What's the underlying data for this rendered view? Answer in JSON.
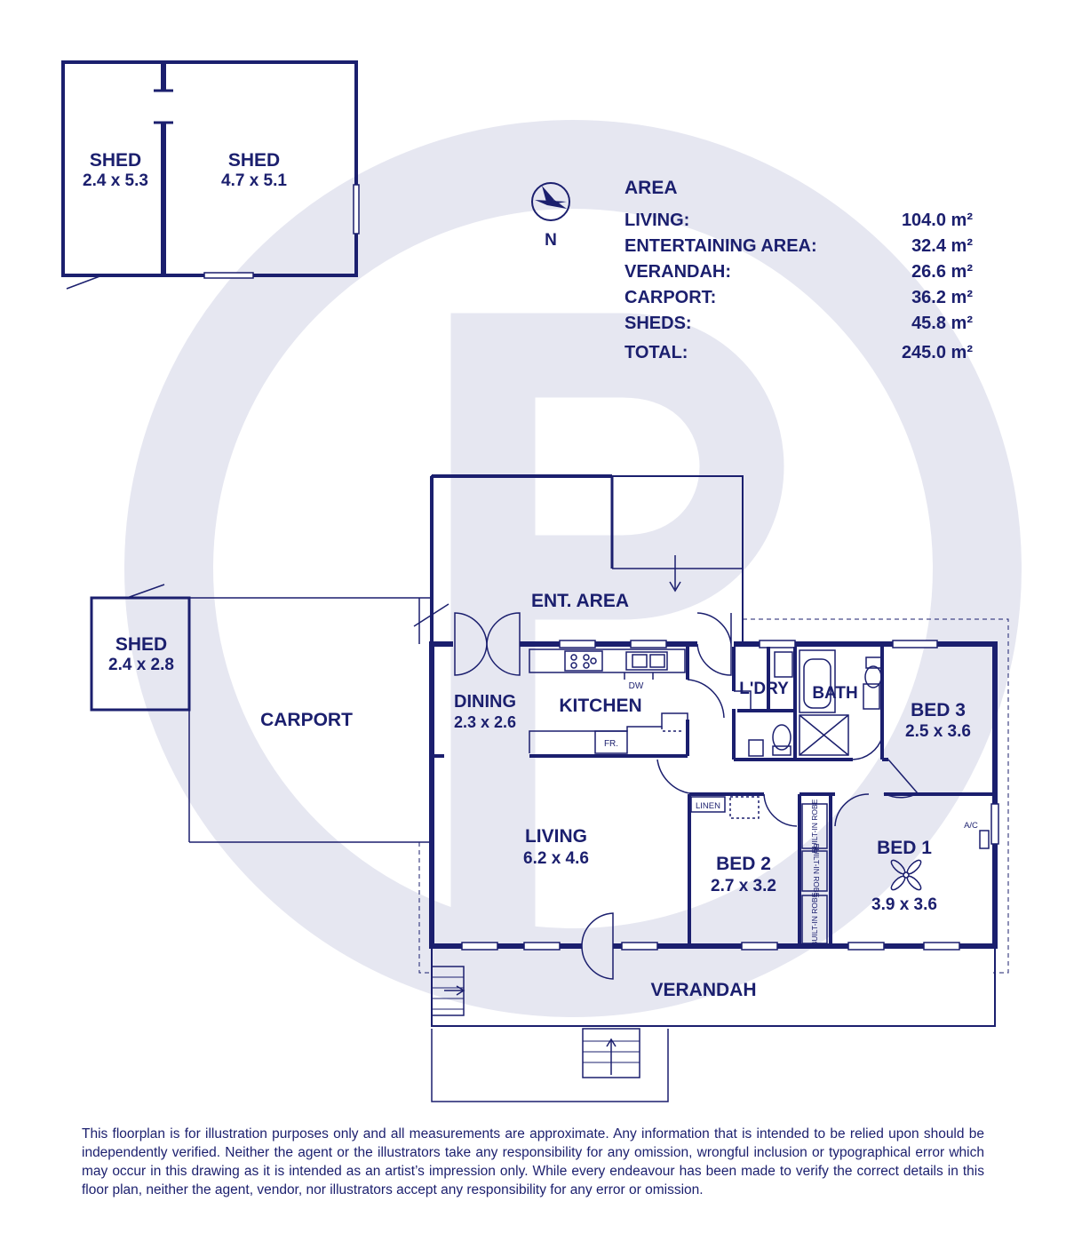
{
  "colors": {
    "ink": "#1b1f6e",
    "watermark": "#e6e7f1",
    "background": "#ffffff"
  },
  "icons": {
    "compass": "north-arrow-icon",
    "fan": "ceiling-fan-icon",
    "watermark": "brand-logo-watermark"
  },
  "compass": {
    "label": "N"
  },
  "area_schedule": {
    "title": "AREA",
    "rows": [
      {
        "label": "LIVING:",
        "value": "104.0 m²"
      },
      {
        "label": "ENTERTAINING AREA:",
        "value": "32.4 m²"
      },
      {
        "label": "VERANDAH:",
        "value": "26.6 m²"
      },
      {
        "label": "CARPORT:",
        "value": "36.2 m²"
      },
      {
        "label": "SHEDS:",
        "value": "45.8 m²"
      }
    ],
    "total": {
      "label": "TOTAL:",
      "value": "245.0 m²"
    }
  },
  "rooms": {
    "shed_a": {
      "name": "SHED",
      "size": "2.4 x 5.3"
    },
    "shed_b": {
      "name": "SHED",
      "size": "4.7 x 5.1"
    },
    "shed_c": {
      "name": "SHED",
      "size": "2.4 x 2.8"
    },
    "carport": {
      "name": "CARPORT"
    },
    "ent_area": {
      "name": "ENT. AREA"
    },
    "dining": {
      "name": "DINING",
      "size": "2.3 x 2.6"
    },
    "kitchen": {
      "name": "KITCHEN"
    },
    "laundry": {
      "name": "L'DRY"
    },
    "bath": {
      "name": "BATH"
    },
    "bed3": {
      "name": "BED 3",
      "size": "2.5 x 3.6"
    },
    "living": {
      "name": "LIVING",
      "size": "6.2 x 4.6"
    },
    "bed2": {
      "name": "BED 2",
      "size": "2.7 x 3.2"
    },
    "bed1": {
      "name": "BED 1",
      "size": "3.9 x 3.6"
    },
    "verandah": {
      "name": "VERANDAH"
    }
  },
  "fixtures": {
    "dw": "DW",
    "fridge": "FR.",
    "linen": "LINEN",
    "robe1": "BUILT-IN ROBE",
    "robe2": "BUILT-IN ROBE",
    "robe3": "BUILT-IN ROBE",
    "ac": "A/C"
  },
  "disclaimer": "This floorplan is for illustration purposes only and all measurements are approximate. Any information that is intended to be relied upon should be independently verified. Neither the agent or the illustrators take any responsibility for any omission, wrongful inclusion or typographical error which may occur in this drawing as it is intended as an artist’s impression only. While every endeavour has been made to verify the correct details in this floor plan, neither the agent, vendor, nor illustrators accept any responsibility for any error or omission."
}
